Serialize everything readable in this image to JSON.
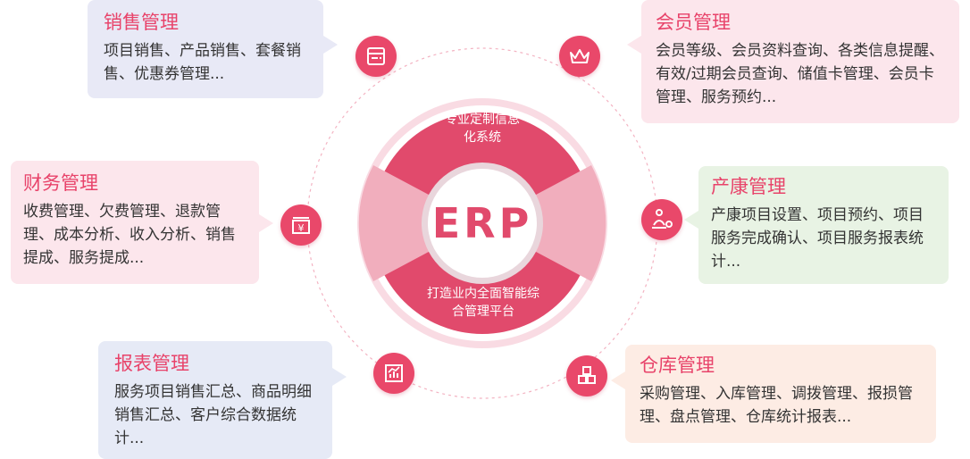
{
  "colors": {
    "accent": "#e9486a",
    "title": "#e8436a",
    "text": "#333333",
    "card_lavender": "#e8e9f6",
    "card_pink": "#fce6ec",
    "card_green": "#e8f3e4",
    "card_blue": "#e6eaf6",
    "card_peach": "#fdece4"
  },
  "center": {
    "label": "ERP",
    "top_text": "专业定制信息化系统",
    "bottom_text": "打造业内全面智能综合管理平台"
  },
  "modules": [
    {
      "key": "sales",
      "title": "销售管理",
      "desc": "项目销售、产品销售、套餐销售、优惠券管理...",
      "icon": "card-icon"
    },
    {
      "key": "member",
      "title": "会员管理",
      "desc": "会员等级、会员资料查询、各类信息提醒、有效/过期会员查询、储值卡管理、会员卡管理、服务预约...",
      "icon": "crown-icon"
    },
    {
      "key": "finance",
      "title": "财务管理",
      "desc": "收费管理、欠费管理、退款管理、成本分析、收入分析、销售提成、服务提成...",
      "icon": "yuan-icon"
    },
    {
      "key": "postpartum",
      "title": "产康管理",
      "desc": "产康项目设置、项目预约、项目服务完成确认、项目服务报表统计...",
      "icon": "mother-baby-icon"
    },
    {
      "key": "report",
      "title": "报表管理",
      "desc": "服务项目销售汇总、商品明细销售汇总、客户综合数据统计...",
      "icon": "chart-icon"
    },
    {
      "key": "warehouse",
      "title": "仓库管理",
      "desc": "采购管理、入库管理、调拨管理、报损管理、盘点管理、仓库统计报表...",
      "icon": "boxes-icon"
    }
  ]
}
